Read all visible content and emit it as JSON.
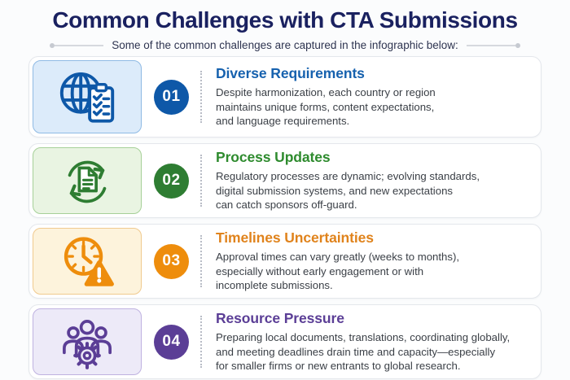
{
  "header": {
    "title": "Common Challenges with CTA Submissions",
    "subtitle": "Some of the common challenges are captured in the infographic below:"
  },
  "colors": {
    "page_bg": "#fbfcfd",
    "card_bg": "#ffffff",
    "card_border": "#e4e7ec",
    "title_navy": "#1a2160",
    "subtitle_text": "#2e3450",
    "body_text": "#3a3f46",
    "divider_dots": "#b8bcc6"
  },
  "cards": [
    {
      "number": "01",
      "title": "Diverse Requirements",
      "body": "Despite harmonization, each country or region\nmaintains unique forms, content expectations,\nand language requirements.",
      "icon": "globe-checklist-icon",
      "colors": {
        "accent": "#1661ae",
        "badge": "#0e58a8",
        "box_bg": "#dcebfa",
        "box_border": "#8fbae4"
      }
    },
    {
      "number": "02",
      "title": "Process Updates",
      "body": "Regulatory processes are dynamic; evolving standards,\ndigital submission systems, and new expectations\ncan catch sponsors off-guard.",
      "icon": "process-refresh-document-icon",
      "colors": {
        "accent": "#2e8b2e",
        "badge": "#2e7d32",
        "box_bg": "#e9f4e2",
        "box_border": "#a6d098"
      }
    },
    {
      "number": "03",
      "title": "Timelines Uncertainties",
      "body": "Approval times can vary greatly (weeks to months),\nespecially without early engagement or with\nincomplete submissions.",
      "icon": "clock-warning-icon",
      "colors": {
        "accent": "#e0831c",
        "badge": "#ee8d0c",
        "box_bg": "#fdf3dc",
        "box_border": "#f0ca8e"
      }
    },
    {
      "number": "04",
      "title": "Resource Pressure",
      "body": "Preparing local documents, translations, coordinating globally,\nand meeting deadlines drain time and capacity—especially\nfor smaller firms or new entrants to global research.",
      "icon": "team-gear-icon",
      "colors": {
        "accent": "#5b3e96",
        "badge": "#5b3e96",
        "box_bg": "#edeaf8",
        "box_border": "#bfb2e0"
      }
    }
  ]
}
